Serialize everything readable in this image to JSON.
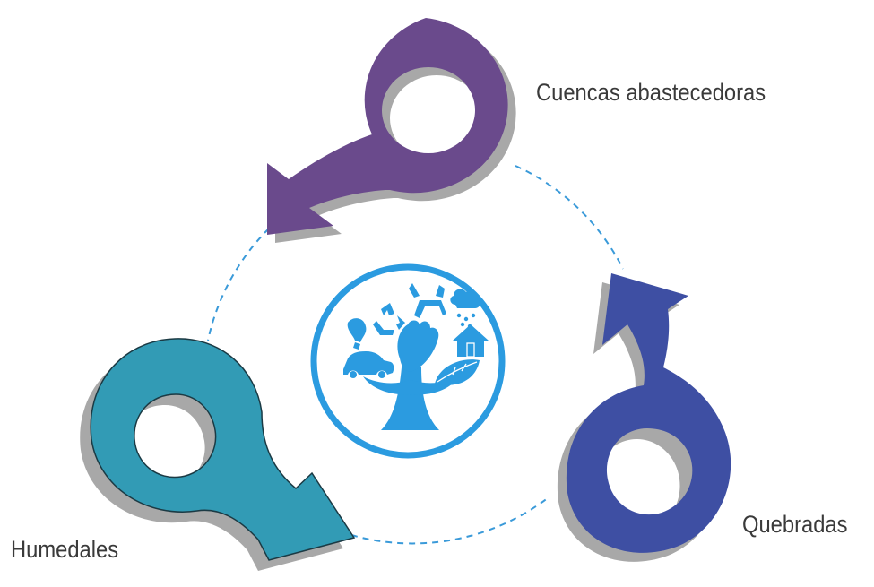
{
  "diagram": {
    "type": "cycle",
    "nodes": [
      {
        "id": "cuencas",
        "label": "Cuencas abastecedoras",
        "color": "#6a4a8c",
        "icon": "circular-arrow-icon"
      },
      {
        "id": "quebradas",
        "label": "Quebradas",
        "color": "#3e4fa3",
        "icon": "circular-arrow-icon"
      },
      {
        "id": "humedales",
        "label": "Humedales",
        "color": "#329bb5",
        "icon": "circular-arrow-icon"
      }
    ],
    "connector_color": "#3a9ad9",
    "center": {
      "icon": "ecology-tree-emblem-icon",
      "color": "#2b9be0",
      "sub_icons": [
        "recycle-icon",
        "deer-icon",
        "rain-cloud-icon",
        "light-bulb-icon",
        "hand-icon",
        "house-icon",
        "car-icon",
        "leaf-icon",
        "tree-icon"
      ]
    },
    "shadow_color": "#a8a8a8"
  }
}
